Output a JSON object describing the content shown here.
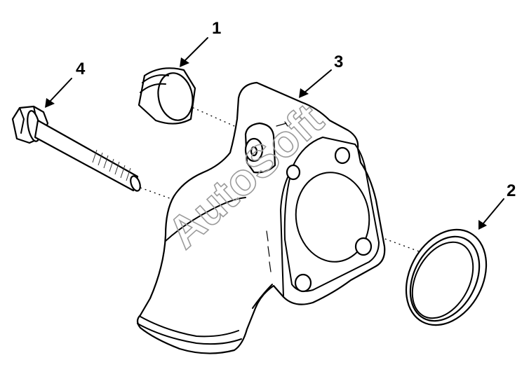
{
  "callouts": [
    {
      "id": "1",
      "label": "1"
    },
    {
      "id": "2",
      "label": "2"
    },
    {
      "id": "3",
      "label": "3"
    },
    {
      "id": "4",
      "label": "4"
    }
  ],
  "watermark": {
    "text": "AutoSoft"
  },
  "colors": {
    "line": "#000000",
    "background": "#ffffff",
    "watermark": "#9a9a9a"
  }
}
